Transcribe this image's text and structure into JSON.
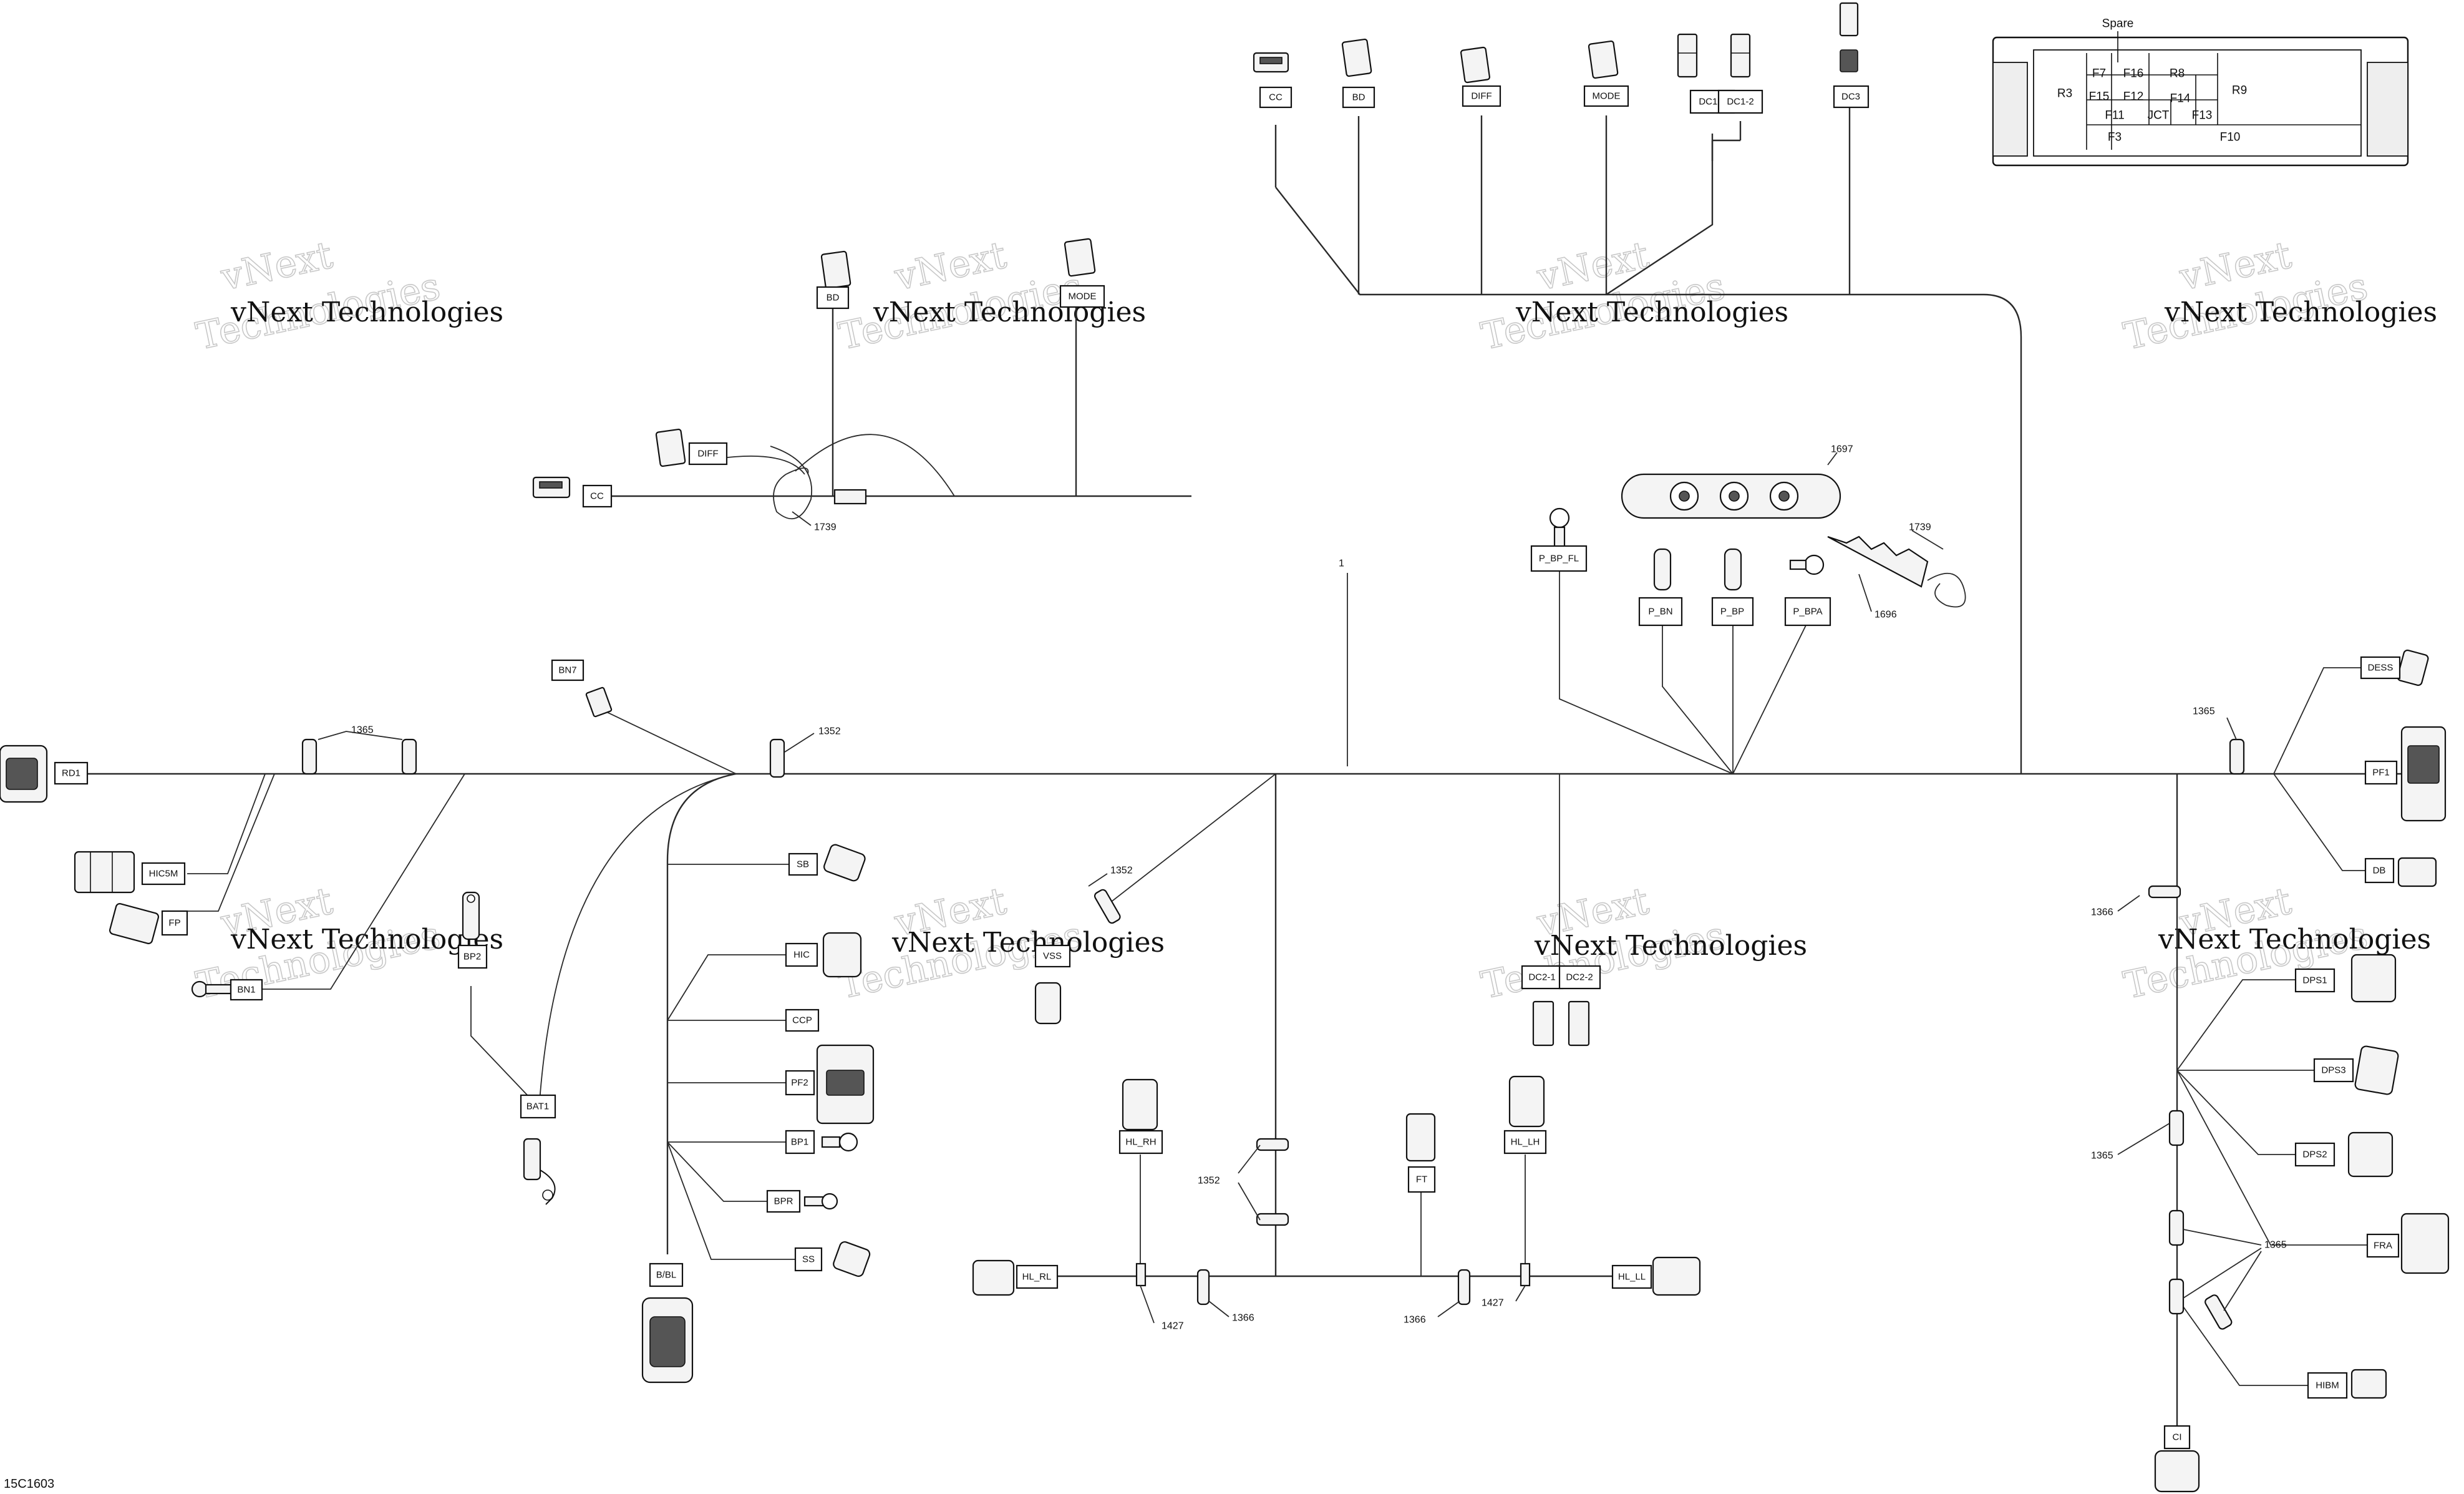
{
  "drawing_ref": "15C1603",
  "harness_callout": "1",
  "watermark": {
    "line1": "vNext Technologies",
    "ghost_top": "vNext",
    "ghost_bottom": "Technologies"
  },
  "fuse_box": {
    "spare_label": "Spare",
    "cells": [
      "R3",
      "F7",
      "F16",
      "R8",
      "R9",
      "F15",
      "F12",
      "F14",
      "F11",
      "JCT",
      "F13",
      "F3",
      "F10"
    ]
  },
  "labels": {
    "top_cc": "CC",
    "top_bd": "BD",
    "top_diff": "DIFF",
    "top_mode": "MODE",
    "top_dc11": "DC1-1",
    "top_dc12": "DC1-2",
    "top_dc3": "DC3",
    "sub_bd": "BD",
    "sub_mode": "MODE",
    "sub_diff": "DIFF",
    "sub_cc": "CC",
    "bn7": "BN7",
    "rd1": "RD1",
    "hic5m": "HIC5M",
    "fp": "FP",
    "bn1": "BN1",
    "bp2": "BP2",
    "bat1": "BAT1",
    "sb": "SB",
    "hic": "HIC",
    "ccp": "CCP",
    "pf2": "PF2",
    "bp1": "BP1",
    "bpr": "BPR",
    "ss": "SS",
    "bbl": "B/BL",
    "vss": "VSS",
    "hl_rh": "HL_RH",
    "hl_rl": "HL_RL",
    "ft": "FT",
    "hl_lh": "HL_LH",
    "hl_ll": "HL_LL",
    "dc21": "DC2-1",
    "dc22": "DC2-2",
    "p_bp_fl": "P_BP_FL",
    "p_bn": "P_BN",
    "p_bp": "P_BP",
    "p_bpa": "P_BPA",
    "dess": "DESS",
    "pf1": "PF1",
    "db": "DB",
    "dps1": "DPS1",
    "dps3": "DPS3",
    "dps2": "DPS2",
    "fra": "FRA",
    "hibm": "HIBM",
    "ci": "CI"
  },
  "callouts": {
    "c1739_a": "1739",
    "c1739_b": "1739",
    "c1697": "1697",
    "c1696": "1696",
    "c1365_a": "1365",
    "c1352_a": "1352",
    "c1352_b": "1352",
    "c1352_c": "1352",
    "c1427_a": "1427",
    "c1427_b": "1427",
    "c1366_a": "1366",
    "c1366_b": "1366",
    "c1366_c": "1366",
    "c1365_b": "1365",
    "c1365_c": "1365",
    "c1365_d": "1365"
  }
}
